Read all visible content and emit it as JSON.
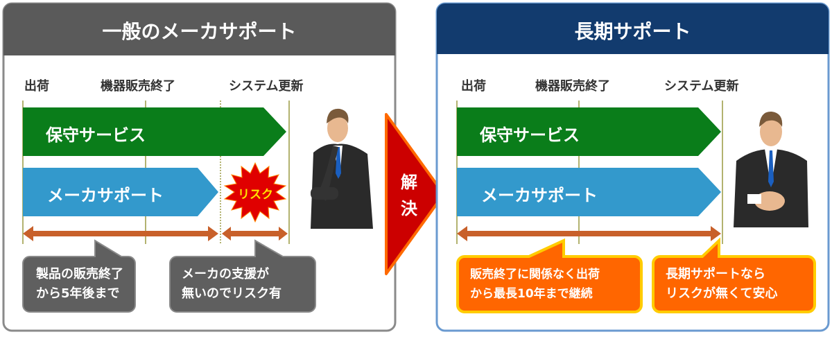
{
  "left_panel": {
    "title": "一般のメーカサポート",
    "timeline_labels": [
      "出荷",
      "機器販売終了",
      "システム更新"
    ],
    "bars": [
      "保守サービス",
      "メーカサポート"
    ],
    "risk_badge": "リスク",
    "notes": [
      [
        "製品の販売終了",
        "から5年後まで"
      ],
      [
        "メーカの支援が",
        "無いのでリスク有"
      ]
    ]
  },
  "solution_arrow": [
    "解",
    "決"
  ],
  "right_panel": {
    "title": "長期サポート",
    "timeline_labels": [
      "出荷",
      "機器販売終了",
      "システム更新"
    ],
    "bars": [
      "保守サービス",
      "メーカサポート"
    ],
    "notes": [
      [
        "販売終了に関係なく出荷",
        "から最長10年まで継続"
      ],
      [
        "長期サポートなら",
        "リスクが無くて安心"
      ]
    ]
  },
  "colors": {
    "left_header": "#5a5a5a",
    "right_header": "#123b6e",
    "green_bar": "#0a7d1a",
    "blue_bar": "#3399cc",
    "arrow": "#c8602a",
    "risk": "#e00000",
    "callout_gray": "#5f5f5f",
    "callout_orange": "#ff6600"
  }
}
